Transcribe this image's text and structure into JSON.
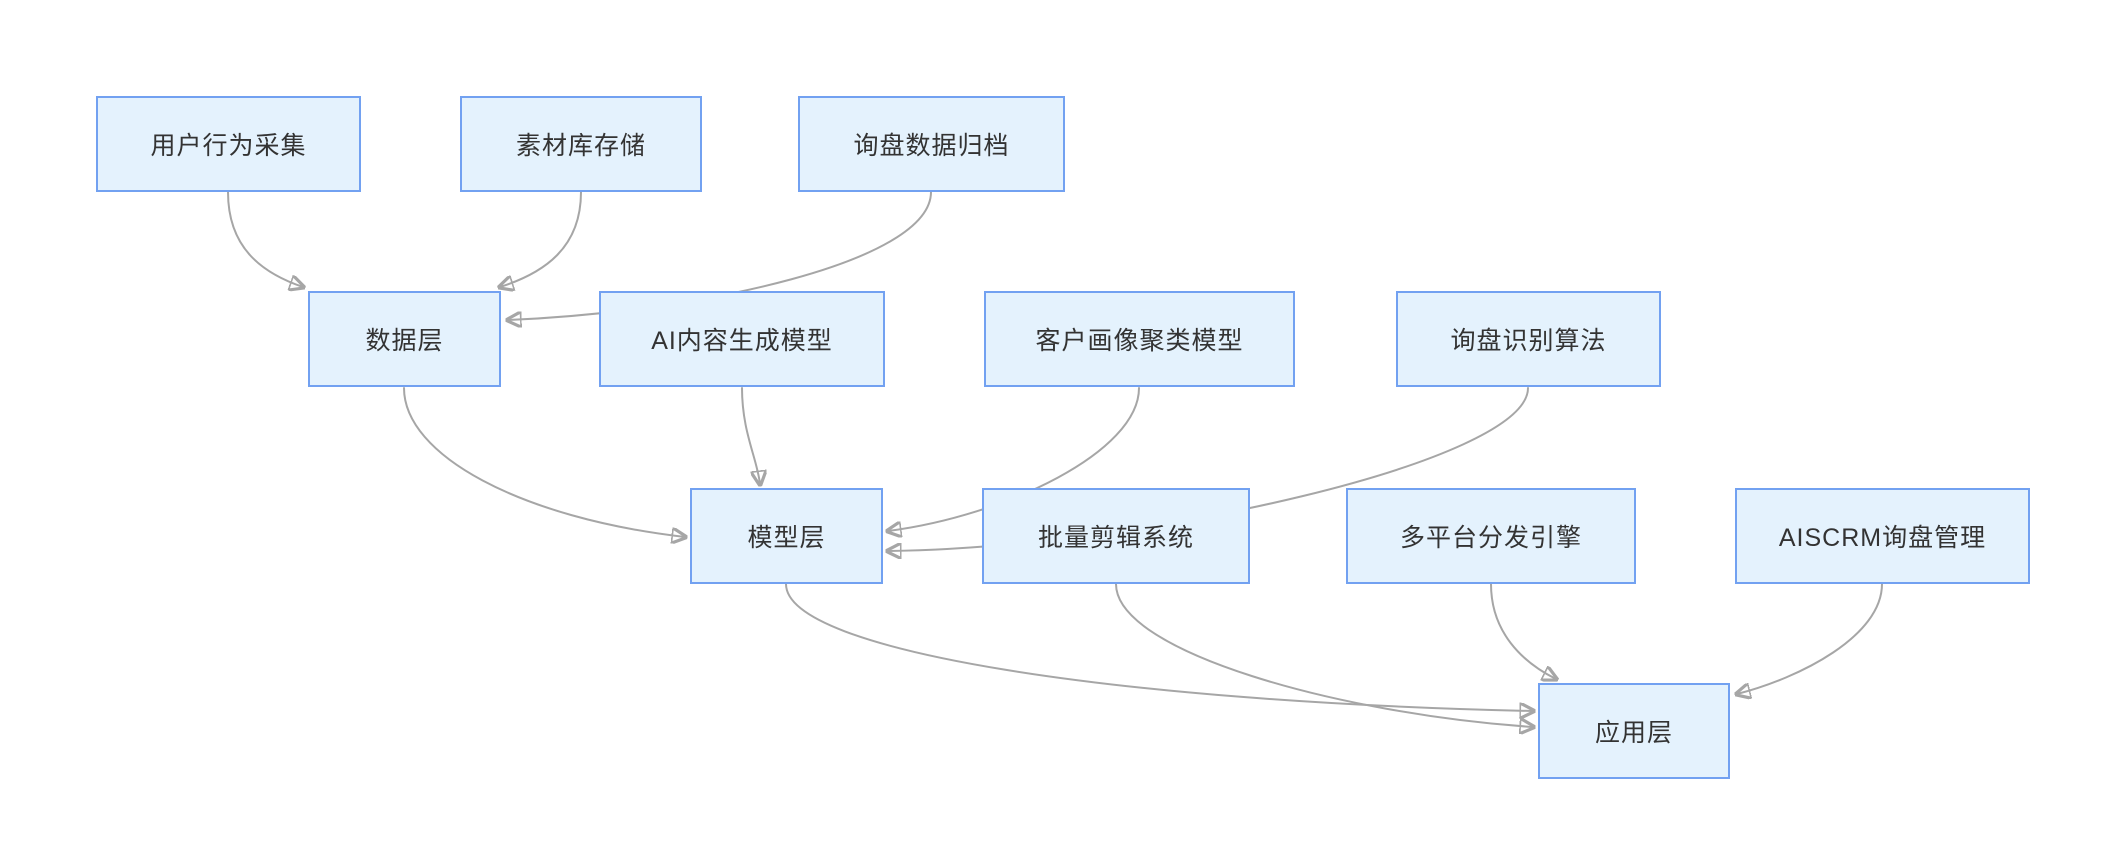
{
  "diagram": {
    "title": "",
    "background_color": "#ffffff",
    "node_fill_color": "#e4f2fd",
    "node_border_color": "#72a1f1",
    "node_text_color": "#333333",
    "edge_color": "#a6a6a6",
    "arrowhead_color": "#999999",
    "nodes": [
      {
        "id": "user-behavior-collection",
        "label": "用户行为采集",
        "row": 1
      },
      {
        "id": "material-library-storage",
        "label": "素材库存储",
        "row": 1
      },
      {
        "id": "inquiry-data-archive",
        "label": "询盘数据归档",
        "row": 1
      },
      {
        "id": "data-layer",
        "label": "数据层",
        "row": 2
      },
      {
        "id": "ai-content-generation-model",
        "label": "AI内容生成模型",
        "row": 2
      },
      {
        "id": "customer-profile-clustering-model",
        "label": "客户画像聚类模型",
        "row": 2
      },
      {
        "id": "inquiry-recognition-algorithm",
        "label": "询盘识别算法",
        "row": 2
      },
      {
        "id": "model-layer",
        "label": "模型层",
        "row": 3
      },
      {
        "id": "batch-editing-system",
        "label": "批量剪辑系统",
        "row": 3
      },
      {
        "id": "multi-platform-distribution-engine",
        "label": "多平台分发引擎",
        "row": 3
      },
      {
        "id": "aiscrm-inquiry-management",
        "label": "AISCRM询盘管理",
        "row": 3
      },
      {
        "id": "application-layer",
        "label": "应用层",
        "row": 4
      }
    ],
    "edges": [
      {
        "from": "用户行为采集",
        "to": "数据层"
      },
      {
        "from": "素材库存储",
        "to": "数据层"
      },
      {
        "from": "询盘数据归档",
        "to": "数据层"
      },
      {
        "from": "数据层",
        "to": "模型层"
      },
      {
        "from": "AI内容生成模型",
        "to": "模型层"
      },
      {
        "from": "客户画像聚类模型",
        "to": "模型层"
      },
      {
        "from": "询盘识别算法",
        "to": "模型层"
      },
      {
        "from": "模型层",
        "to": "应用层"
      },
      {
        "from": "批量剪辑系统",
        "to": "应用层"
      },
      {
        "from": "多平台分发引擎",
        "to": "应用层"
      },
      {
        "from": "AISCRM询盘管理",
        "to": "应用层"
      }
    ]
  }
}
